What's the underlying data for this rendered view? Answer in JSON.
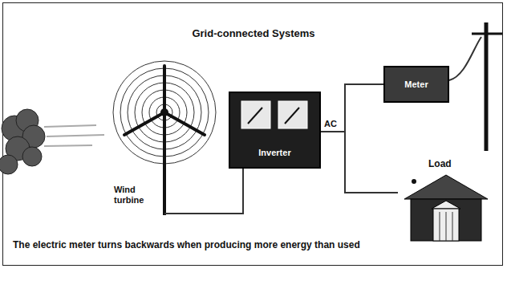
{
  "diagram": {
    "title": "Grid-connected Systems",
    "caption": "The electric meter turns backwards when producing more energy than used",
    "nodes": [
      {
        "text": [
          "Wind turbine"
        ]
      },
      {
        "text": [
          "Inverter"
        ]
      },
      {
        "text": [
          "Meter"
        ]
      },
      {
        "text": [
          "Load"
        ]
      }
    ],
    "edges": [
      {
        "from": 0,
        "to": 1,
        "arrow": "none"
      },
      {
        "from": 1,
        "to": 2,
        "label": "AC",
        "arrow": "none"
      },
      {
        "from": 1,
        "to": 3,
        "arrow": "none"
      }
    ]
  }
}
